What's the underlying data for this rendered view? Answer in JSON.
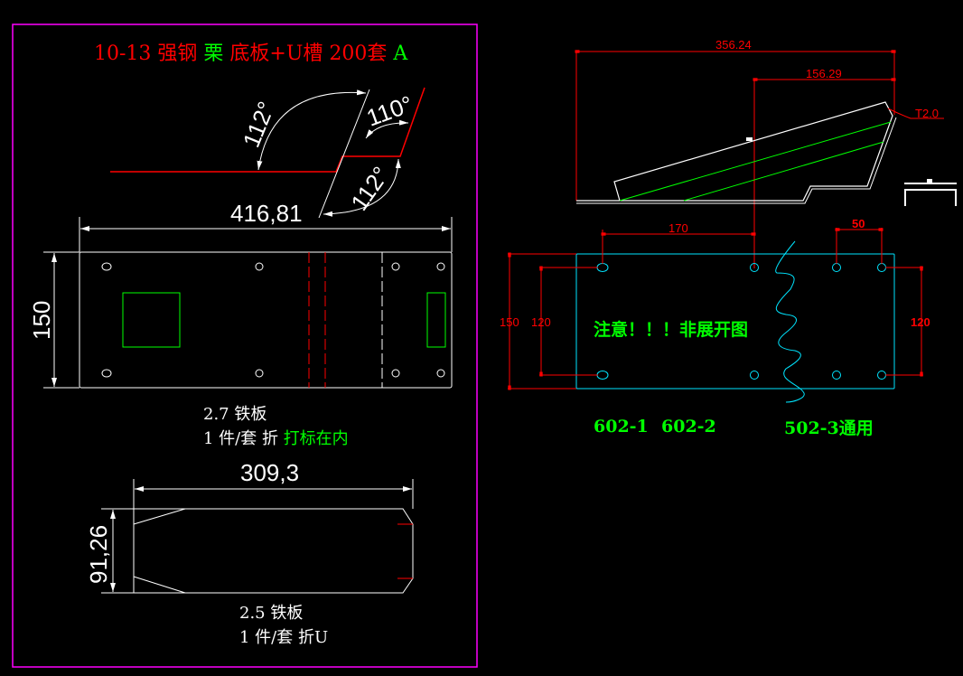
{
  "colors": {
    "frame": "#ff00ff",
    "red": "#ff0000",
    "green": "#00ff00",
    "white": "#ffffff",
    "cyan": "#00e5ff"
  },
  "left": {
    "title_parts": [
      {
        "text": "10-13 强钢 ",
        "color": "#ff0000"
      },
      {
        "text": "栗",
        "color": "#00ff00"
      },
      {
        "text": " 底板+U槽 200套 ",
        "color": "#ff0000"
      },
      {
        "text": "A",
        "color": "#00ff00"
      }
    ],
    "angles": {
      "a1": "112°",
      "a2": "110°",
      "a3": "112°"
    },
    "plate1": {
      "width_dim": "416,81",
      "height_dim": "150",
      "note1": "2.7 铁板",
      "note2a": "1 件/套 折 ",
      "note2b": "打标在内"
    },
    "plate2": {
      "width_dim": "309,3",
      "height_dim": "91,26",
      "note1": "2.5 铁板",
      "note2": "1 件/套 折U"
    }
  },
  "right": {
    "dims": {
      "total": "356.24",
      "partial": "156.29",
      "thickness": "T2.0",
      "hole_x": "170",
      "hole_pitch": "50",
      "height_left": "150",
      "hole_y_left": "120",
      "hole_y_right": "120"
    },
    "warning": "注意！！！非展开图",
    "labels": [
      "602-1",
      "602-2",
      "502-3通用"
    ]
  }
}
